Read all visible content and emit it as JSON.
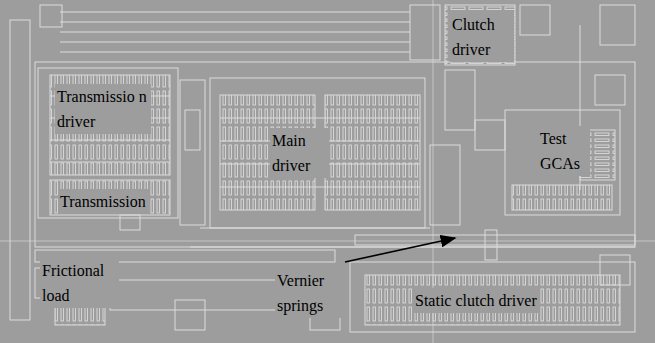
{
  "diagram": {
    "labels": [
      "Transmissio n driver",
      "Transmission",
      "Main driver",
      "Clutch driver",
      "Test GCAs",
      "Frictional load",
      "Vernier springs",
      "Static clutch driver"
    ]
  }
}
